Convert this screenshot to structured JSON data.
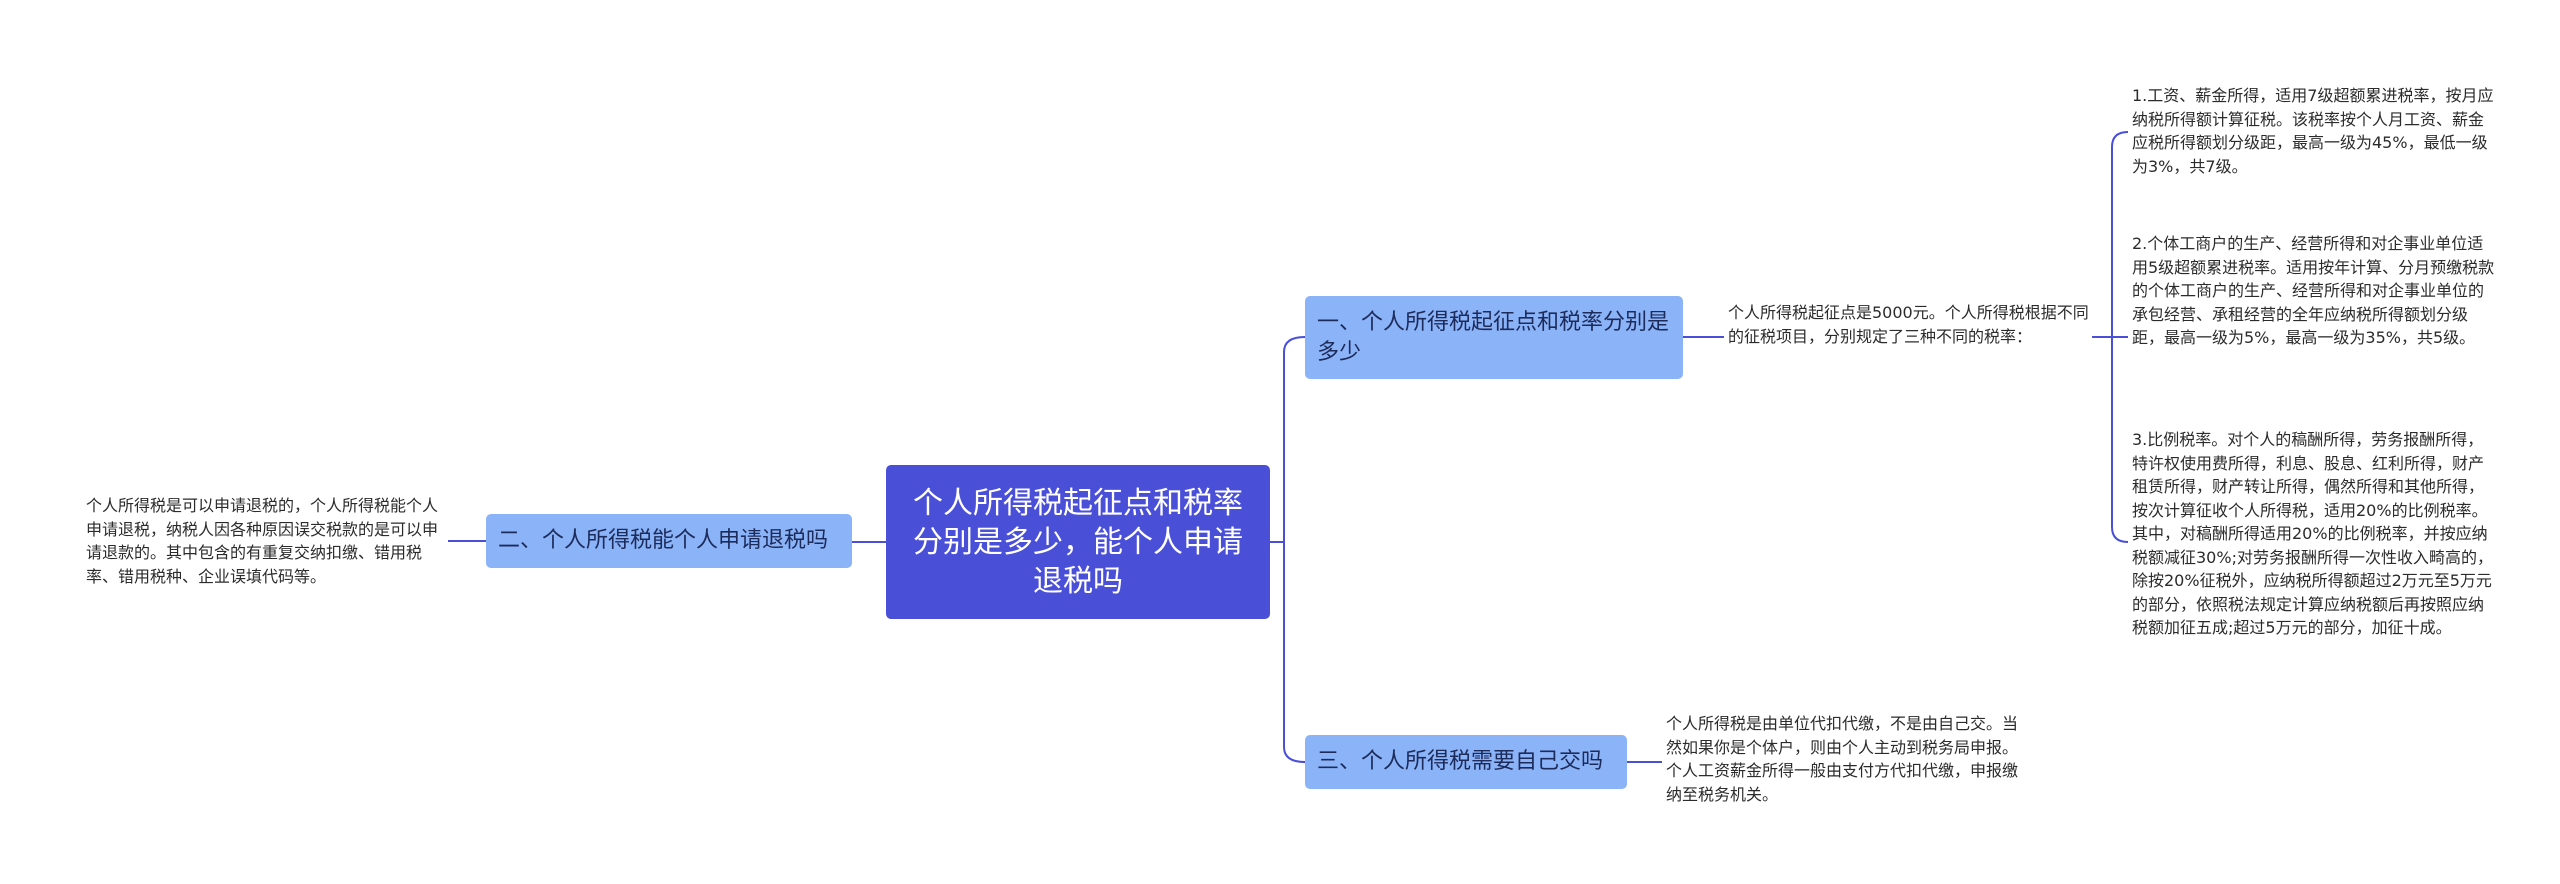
{
  "root": {
    "title": "个人所得税起征点和税率分别是多少，能个人申请退税吗"
  },
  "branches": [
    {
      "label": "一、个人所得税起征点和税率分别是多少",
      "detail": "个人所得税起征点是5000元。个人所得税根据不同的征税项目，分别规定了三种不同的税率：",
      "items": [
        "1.工资、薪金所得，适用7级超额累进税率，按月应纳税所得额计算征税。该税率按个人月工资、薪金应税所得额划分级距，最高一级为45%，最低一级为3%，共7级。",
        "2.个体工商户的生产、经营所得和对企事业单位适用5级超额累进税率。适用按年计算、分月预缴税款的个体工商户的生产、经营所得和对企事业单位的承包经营、承租经营的全年应纳税所得额划分级距，最高一级为5%，最高一级为35%，共5级。",
        "3.比例税率。对个人的稿酬所得，劳务报酬所得，特许权使用费所得，利息、股息、红利所得，财产租赁所得，财产转让所得，偶然所得和其他所得，按次计算征收个人所得税，适用20%的比例税率。其中，对稿酬所得适用20%的比例税率，并按应纳税额减征30%;对劳务报酬所得一次性收入畸高的，除按20%征税外，应纳税所得额超过2万元至5万元的部分，依照税法规定计算应纳税额后再按照应纳税额加征五成;超过5万元的部分，加征十成。"
      ]
    },
    {
      "label": "二、个人所得税能个人申请退税吗",
      "detail": "个人所得税是可以申请退税的，个人所得税能个人申请退税，纳税人因各种原因误交税款的是可以申请退款的。其中包含的有重复交纳扣缴、错用税率、错用税种、企业误填代码等。"
    },
    {
      "label": "三、个人所得税需要自己交吗",
      "detail": "个人所得税是由单位代扣代缴，不是由自己交。当然如果你是个体户，则由个人主动到税务局申报。个人工资薪金所得一般由支付方代扣代缴，申报缴纳至税务机关。"
    }
  ],
  "colors": {
    "root_fill": "#4a4fd8",
    "branch_fill": "#8bb3f8",
    "connector": "#4a4fd8",
    "background": "#ffffff"
  }
}
